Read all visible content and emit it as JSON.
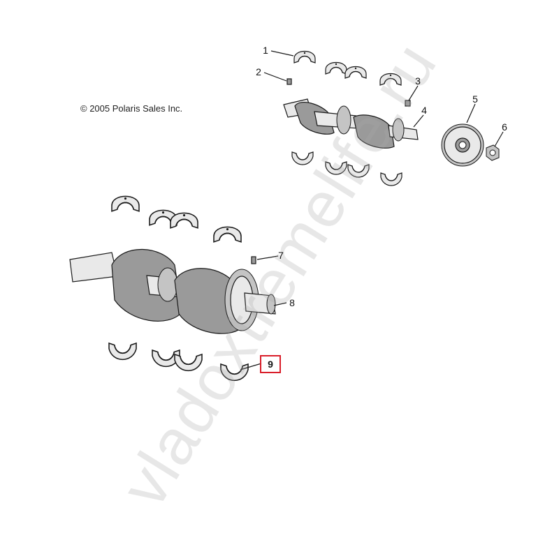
{
  "copyright": "© 2005 Polaris Sales Inc.",
  "watermark": "vladoxtremelife.ru",
  "callouts": [
    {
      "id": "1",
      "label": "1"
    },
    {
      "id": "2",
      "label": "2"
    },
    {
      "id": "3",
      "label": "3"
    },
    {
      "id": "4",
      "label": "4"
    },
    {
      "id": "5",
      "label": "5"
    },
    {
      "id": "6",
      "label": "6"
    },
    {
      "id": "7",
      "label": "7"
    },
    {
      "id": "8",
      "label": "8"
    },
    {
      "id": "9",
      "label": "9",
      "highlighted": true
    }
  ],
  "highlight_color": "#d91e2a"
}
